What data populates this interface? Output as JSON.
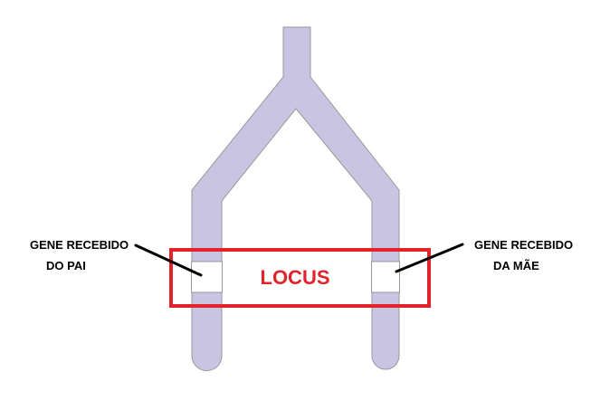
{
  "labels": {
    "father_line1": "GENE RECEBIDO",
    "father_line2": "DO PAI",
    "mother_line1": "GENE RECEBIDO",
    "mother_line2": "DA MÃE",
    "locus": "LOCUS"
  },
  "colors": {
    "chromosome_fill": "#c8c4e2",
    "chromosome_stroke": "#999999",
    "locus_box": "#e3232b",
    "gene_band": "#ffffff",
    "pointer_line": "#000000"
  }
}
